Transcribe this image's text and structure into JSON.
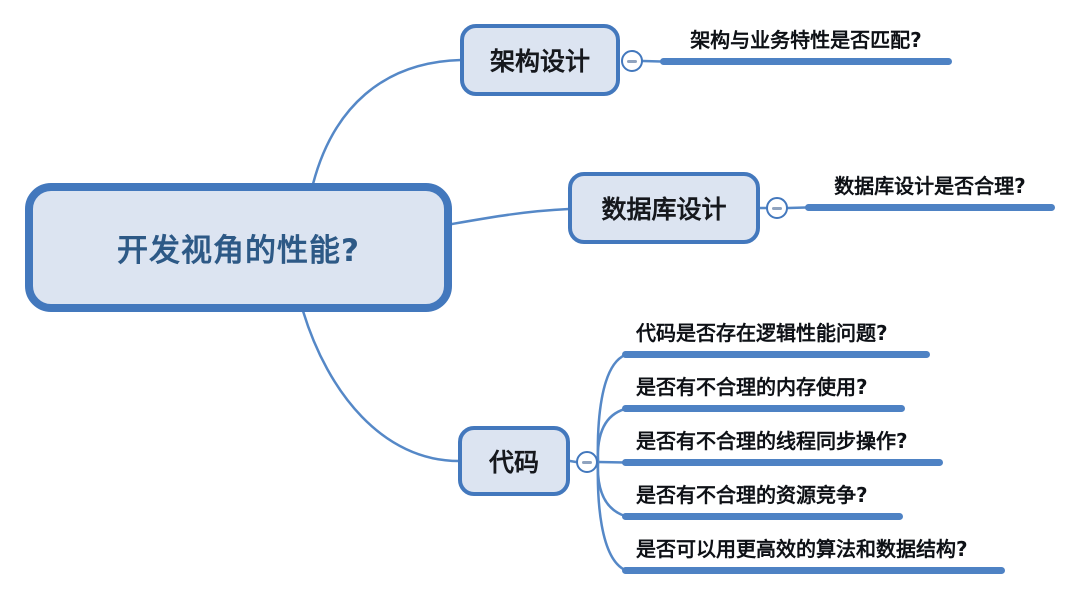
{
  "mindmap": {
    "root": {
      "label": "开发视角的性能?"
    },
    "branches": [
      {
        "label": "架构设计",
        "children": [
          {
            "label": "架构与业务特性是否匹配?"
          }
        ]
      },
      {
        "label": "数据库设计",
        "children": [
          {
            "label": "数据库设计是否合理?"
          }
        ]
      },
      {
        "label": "代码",
        "children": [
          {
            "label": "代码是否存在逻辑性能问题?"
          },
          {
            "label": "是否有不合理的内存使用?"
          },
          {
            "label": "是否有不合理的线程同步操作?"
          },
          {
            "label": "是否有不合理的资源竞争?"
          },
          {
            "label": "是否可以用更高效的算法和数据结构?"
          }
        ]
      }
    ]
  },
  "colors": {
    "node_border": "#4378bd",
    "node_fill": "#dce4f1",
    "branch_curve": "#5588c7",
    "topic_underline": "#4e82c4",
    "root_text": "#2d5986",
    "topic_text": "#16181d",
    "collapse_minus": "#8fa3bf",
    "background": "#ffffff"
  }
}
